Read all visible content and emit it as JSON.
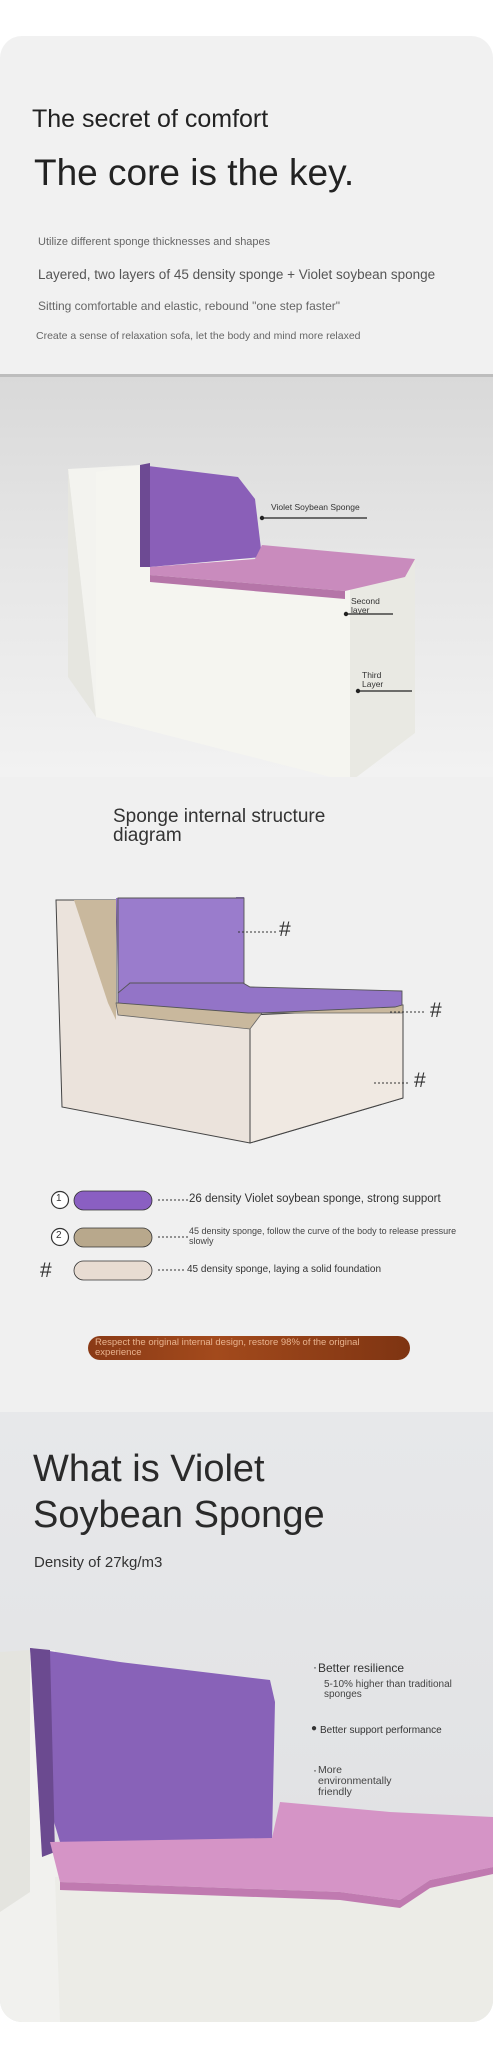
{
  "intro": {
    "title": "The secret of comfort",
    "headline": "The core is the key.",
    "lines": [
      "Utilize different sponge thicknesses and shapes",
      "Layered, two layers of 45 density sponge + Violet soybean sponge",
      "Sitting comfortable and elastic, rebound \"one step faster\"",
      "Create a sense of relaxation sofa, let the body and mind more relaxed"
    ]
  },
  "photo_labels": {
    "violet": "Violet Soybean Sponge",
    "second": "Second layer",
    "third": "Third Layer"
  },
  "diagram": {
    "title": "Sponge internal structure diagram",
    "callouts": [
      "#",
      "#",
      "#"
    ],
    "legend": [
      {
        "marker": "1",
        "color": "#8e63c2",
        "text": "26 density Violet soybean sponge, strong support"
      },
      {
        "marker": "2",
        "color": "#b8a88c",
        "text": "45 density sponge, follow the curve of the body to release pressure slowly"
      },
      {
        "marker": "#",
        "color": "#e8dcd2",
        "text": "45 density sponge, laying a solid foundation"
      }
    ],
    "banner": "Respect the original internal design, restore 98% of the original experience"
  },
  "violet_section": {
    "title": "What is Violet Soybean Sponge",
    "density": "Density of 27kg/m3",
    "features": [
      {
        "title": "Better resilience",
        "sub": "5-10% higher than traditional sponges"
      },
      {
        "title": "Better support performance",
        "sub": ""
      },
      {
        "title": "More environmentally friendly",
        "sub": ""
      }
    ]
  }
}
